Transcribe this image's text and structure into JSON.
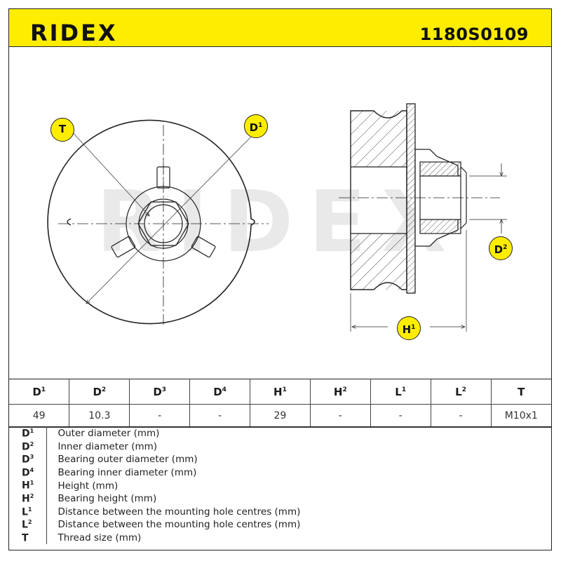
{
  "header": {
    "brand": "RIDEX",
    "part_number": "1180S0109"
  },
  "drawing": {
    "watermark": "RIDEX",
    "callouts": {
      "t": "T",
      "d1": {
        "base": "D",
        "sup": "1"
      },
      "d2": {
        "base": "D",
        "sup": "2"
      },
      "h1": {
        "base": "H",
        "sup": "1"
      }
    }
  },
  "spec_table": {
    "headers": [
      {
        "base": "D",
        "sup": "1"
      },
      {
        "base": "D",
        "sup": "2"
      },
      {
        "base": "D",
        "sup": "3"
      },
      {
        "base": "D",
        "sup": "4"
      },
      {
        "base": "H",
        "sup": "1"
      },
      {
        "base": "H",
        "sup": "2"
      },
      {
        "base": "L",
        "sup": "1"
      },
      {
        "base": "L",
        "sup": "2"
      },
      {
        "base": "T",
        "sup": ""
      }
    ],
    "values": [
      "49",
      "10.3",
      "-",
      "-",
      "29",
      "-",
      "-",
      "-",
      "M10x1"
    ]
  },
  "legend": [
    {
      "base": "D",
      "sup": "1",
      "text": "Outer diameter (mm)"
    },
    {
      "base": "D",
      "sup": "2",
      "text": "Inner diameter (mm)"
    },
    {
      "base": "D",
      "sup": "3",
      "text": "Bearing outer diameter (mm)"
    },
    {
      "base": "D",
      "sup": "4",
      "text": "Bearing inner diameter (mm)"
    },
    {
      "base": "H",
      "sup": "1",
      "text": "Height (mm)"
    },
    {
      "base": "H",
      "sup": "2",
      "text": "Bearing height (mm)"
    },
    {
      "base": "L",
      "sup": "1",
      "text": "Distance between the mounting hole centres (mm)"
    },
    {
      "base": "L",
      "sup": "2",
      "text": "Distance between the mounting hole centres (mm)"
    },
    {
      "base": "T",
      "sup": "",
      "text": "Thread size (mm)"
    }
  ],
  "colors": {
    "accent": "#ffed00",
    "line": "#222222",
    "watermark": "#e9e9e9"
  }
}
